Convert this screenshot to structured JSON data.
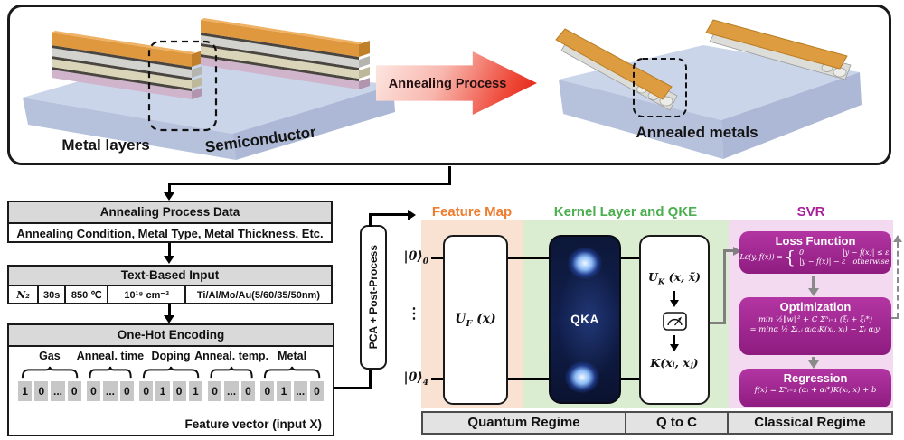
{
  "top_panel": {
    "metal_layers_label": "Metal layers",
    "semiconductor_label": "Semiconductor",
    "arrow_label": "Annealing Process",
    "annealed_metals_label": "Annealed metals"
  },
  "flow": {
    "process_data": {
      "header": "Annealing Process Data",
      "row": "Annealing Condition, Metal Type, Metal Thickness, Etc."
    },
    "text_input": {
      "header": "Text-Based Input",
      "cells": [
        "N₂",
        "30s",
        "850 ℃",
        "10¹⁸ cm⁻³",
        "Ti/Al/Mo/Au(5/60/35/50nm)"
      ]
    },
    "onehot": {
      "header": "One-Hot Encoding",
      "groups": [
        {
          "label": "Gas",
          "cells": [
            "1",
            "0",
            "...",
            "0"
          ]
        },
        {
          "label": "Anneal. time",
          "cells": [
            "0",
            "...",
            "0"
          ]
        },
        {
          "label": "Doping",
          "cells": [
            "0",
            "1",
            "0",
            "1"
          ]
        },
        {
          "label": "Anneal. temp.",
          "cells": [
            "0",
            "...",
            "0"
          ]
        },
        {
          "label": "Metal",
          "cells": [
            "0",
            "1",
            "...",
            "0"
          ]
        }
      ],
      "caption": "Feature vector (input X)"
    }
  },
  "pca": {
    "label": "PCA + Post-Process"
  },
  "circuit": {
    "qubit_top": {
      "ket": "|0⟩",
      "sub": "0"
    },
    "qubit_bottom": {
      "ket": "|0⟩",
      "sub": "4"
    },
    "dots": "⋮",
    "uf": {
      "u": "U",
      "sub": "F",
      "arg": "(x)"
    },
    "qka": "QKA",
    "uk": {
      "u": "U",
      "sub": "K",
      "arg": "(x, x̃)"
    },
    "k_out": "K(xᵢ, xⱼ)"
  },
  "sections": {
    "feature_map": {
      "title": "Feature Map",
      "accent": "#ED7D31"
    },
    "kernel": {
      "title": "Kernel Layer and QKE",
      "accent": "#4BAE4F"
    },
    "svr": {
      "title": "SVR",
      "accent": "#A8219B"
    }
  },
  "svr": {
    "loss": {
      "title": "Loss Function",
      "lhs": "Lε(y, f(x)) =",
      "case1": "0",
      "cond1": "|y − f(x)| ≤ ε",
      "case2": "|y − f(x)| − ε",
      "cond2": "otherwise"
    },
    "optimization": {
      "title": "Optimization",
      "line1": "min ½‖w‖² + C Σⁿᵢ₌₁ (ξᵢ + ξᵢ*)",
      "line2": "= minα ½ Σᵢ,ⱼ αᵢαⱼK(xᵢ, xⱼ) − Σᵢ αᵢyᵢ"
    },
    "regression": {
      "title": "Regression",
      "formula": "f(x) = Σⁿᵢ₌₁ (αᵢ + αᵢ*)K(xᵢ, x) + b"
    }
  },
  "regimes": {
    "quantum": "Quantum Regime",
    "qtoc": "Q to C",
    "classical": "Classical Regime"
  }
}
